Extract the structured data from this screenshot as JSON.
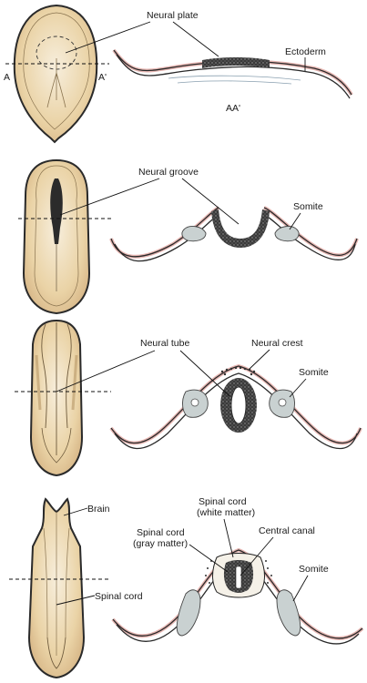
{
  "labels": {
    "neural_plate": "Neural plate",
    "ectoderm": "Ectoderm",
    "section_a": "A",
    "section_a_prime": "A'",
    "section_aa": "AA'",
    "neural_groove": "Neural groove",
    "somite_1": "Somite",
    "neural_tube": "Neural tube",
    "neural_crest": "Neural crest",
    "somite_2": "Somite",
    "brain": "Brain",
    "spinal_cord": "Spinal cord",
    "spinal_cord_white_1": "Spinal cord",
    "spinal_cord_white_2": "(white matter)",
    "spinal_cord_gray_1": "Spinal cord",
    "spinal_cord_gray_2": "(gray matter)",
    "central_canal": "Central canal",
    "somite_3": "Somite"
  },
  "colors": {
    "embryo_fill": "#f3e7d0",
    "embryo_tint": "#ecd7ad",
    "ectoderm_pink": "#e7b7b3",
    "somite": "#c9d1d1",
    "neural_tissue": "#2f2f2f"
  }
}
